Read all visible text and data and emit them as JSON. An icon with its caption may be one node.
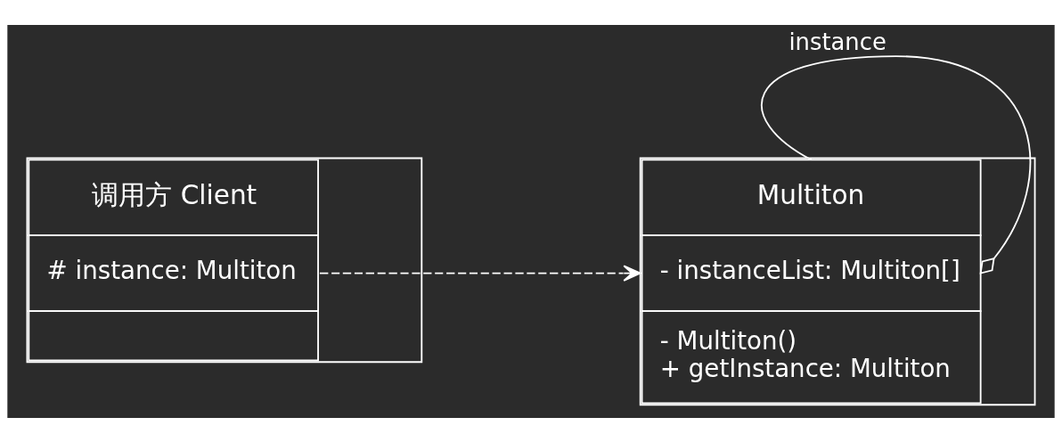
{
  "diagram": {
    "nodes": [
      {
        "text": [
          "调用方 Client",
          "# instance: Multiton"
        ]
      },
      {
        "text": [
          "Multiton",
          "- instanceList: Multiton[]",
          "- Multiton() + getInstance: Multiton"
        ]
      }
    ],
    "edges": [
      {
        "from": 0,
        "to": 1,
        "arrow": "to",
        "style": "dashed"
      },
      {
        "from": 1,
        "to": 1,
        "arrow": "other",
        "label": "instance"
      }
    ]
  }
}
